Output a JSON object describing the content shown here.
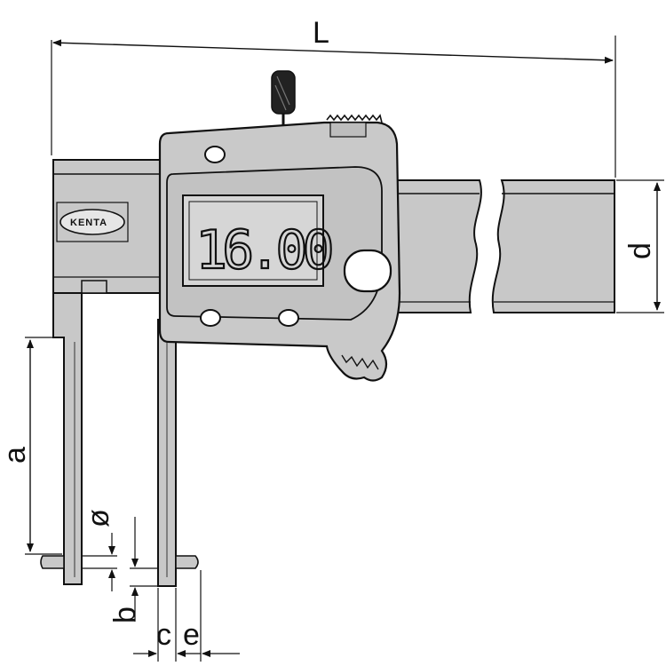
{
  "display": {
    "reading": "16.00"
  },
  "brand": {
    "name": "KENTA"
  },
  "dimensions": {
    "L": "L",
    "d": "d",
    "a": "a",
    "phi": "ø",
    "b": "b",
    "c": "c",
    "e": "e"
  },
  "colors": {
    "body": "#c9c9c9",
    "body_dark": "#b5b5b5",
    "outline": "#111111",
    "lcd": "#d9d9d9"
  }
}
